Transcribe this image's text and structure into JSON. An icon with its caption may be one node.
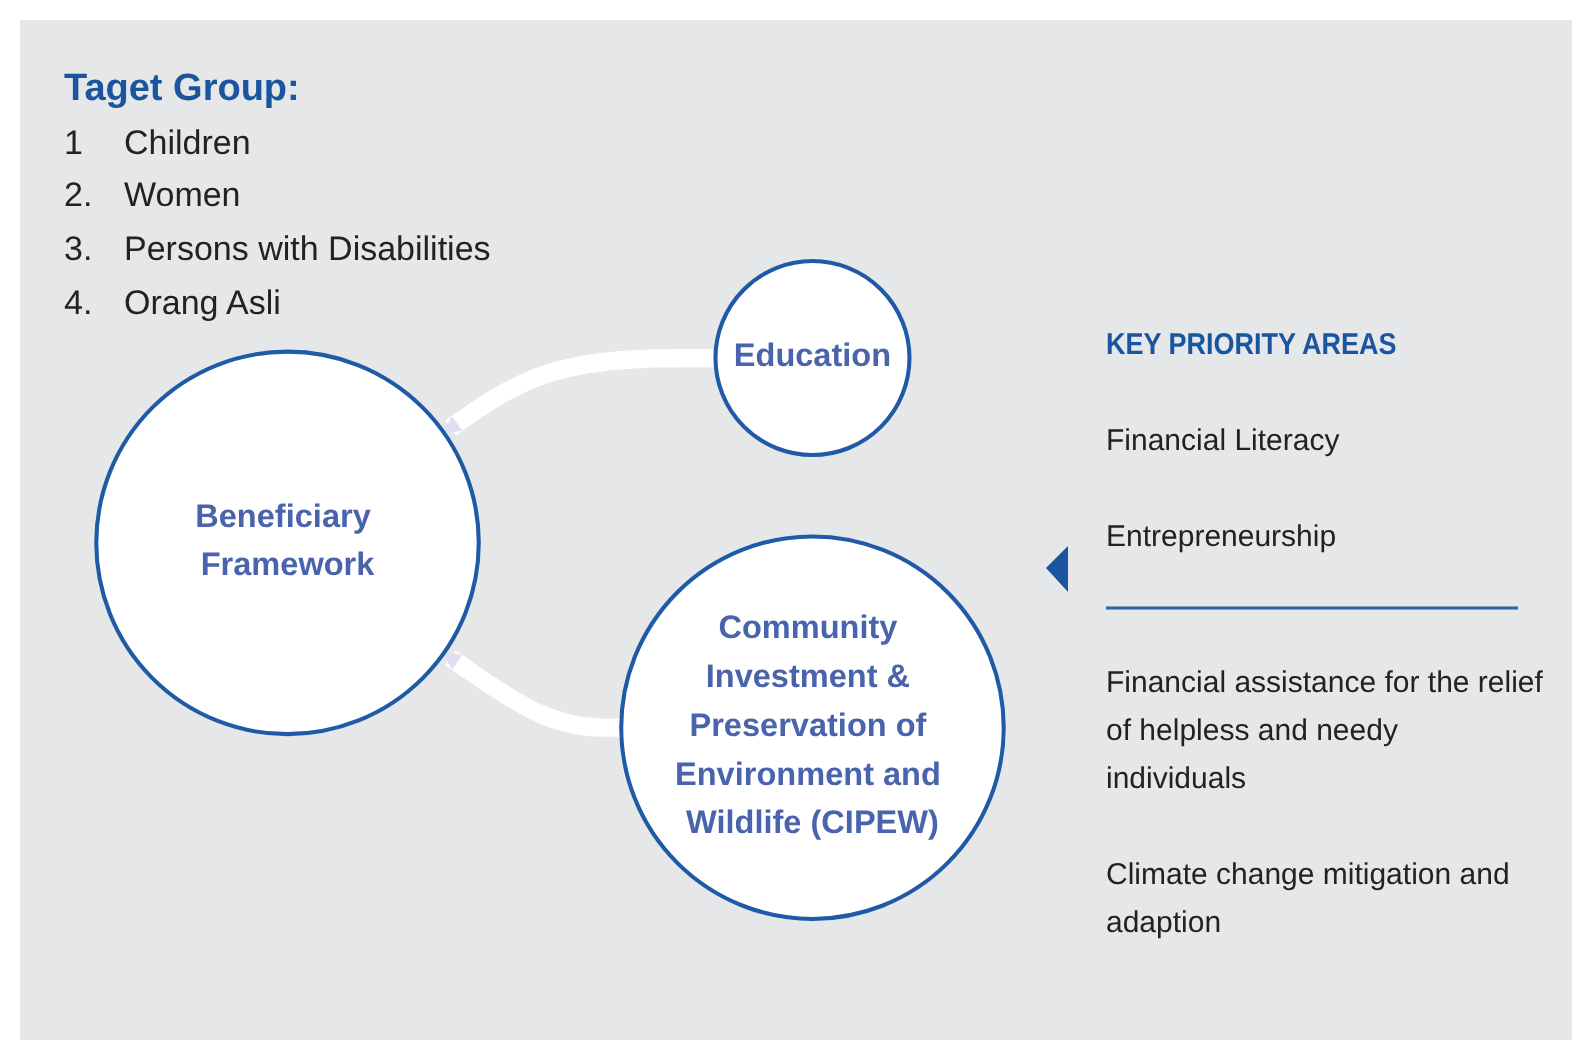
{
  "diagram": {
    "title": "Taget Group:",
    "nodes": [
      {
        "text": [
          "Beneficiary Framework"
        ]
      },
      {
        "text": [
          "Education"
        ]
      },
      {
        "text": [
          "Community Investment & Preservation of Environment and Wildlife (CIPEW)"
        ]
      }
    ],
    "edges": [
      {
        "from": 1,
        "to": 0,
        "arrow": "to"
      },
      {
        "from": 2,
        "to": 0,
        "arrow": "to"
      }
    ],
    "labels": [
      "1",
      "Children",
      "2.",
      "Women",
      "3.",
      "Persons with Disabilities",
      "4.",
      "Orang Asli",
      "KEY PRIORITY AREAS",
      "Financial Literacy",
      "Entrepreneurship",
      "Financial assistance for the relief of helpless and needy individuals",
      "Climate change mitigation and adaption"
    ]
  }
}
